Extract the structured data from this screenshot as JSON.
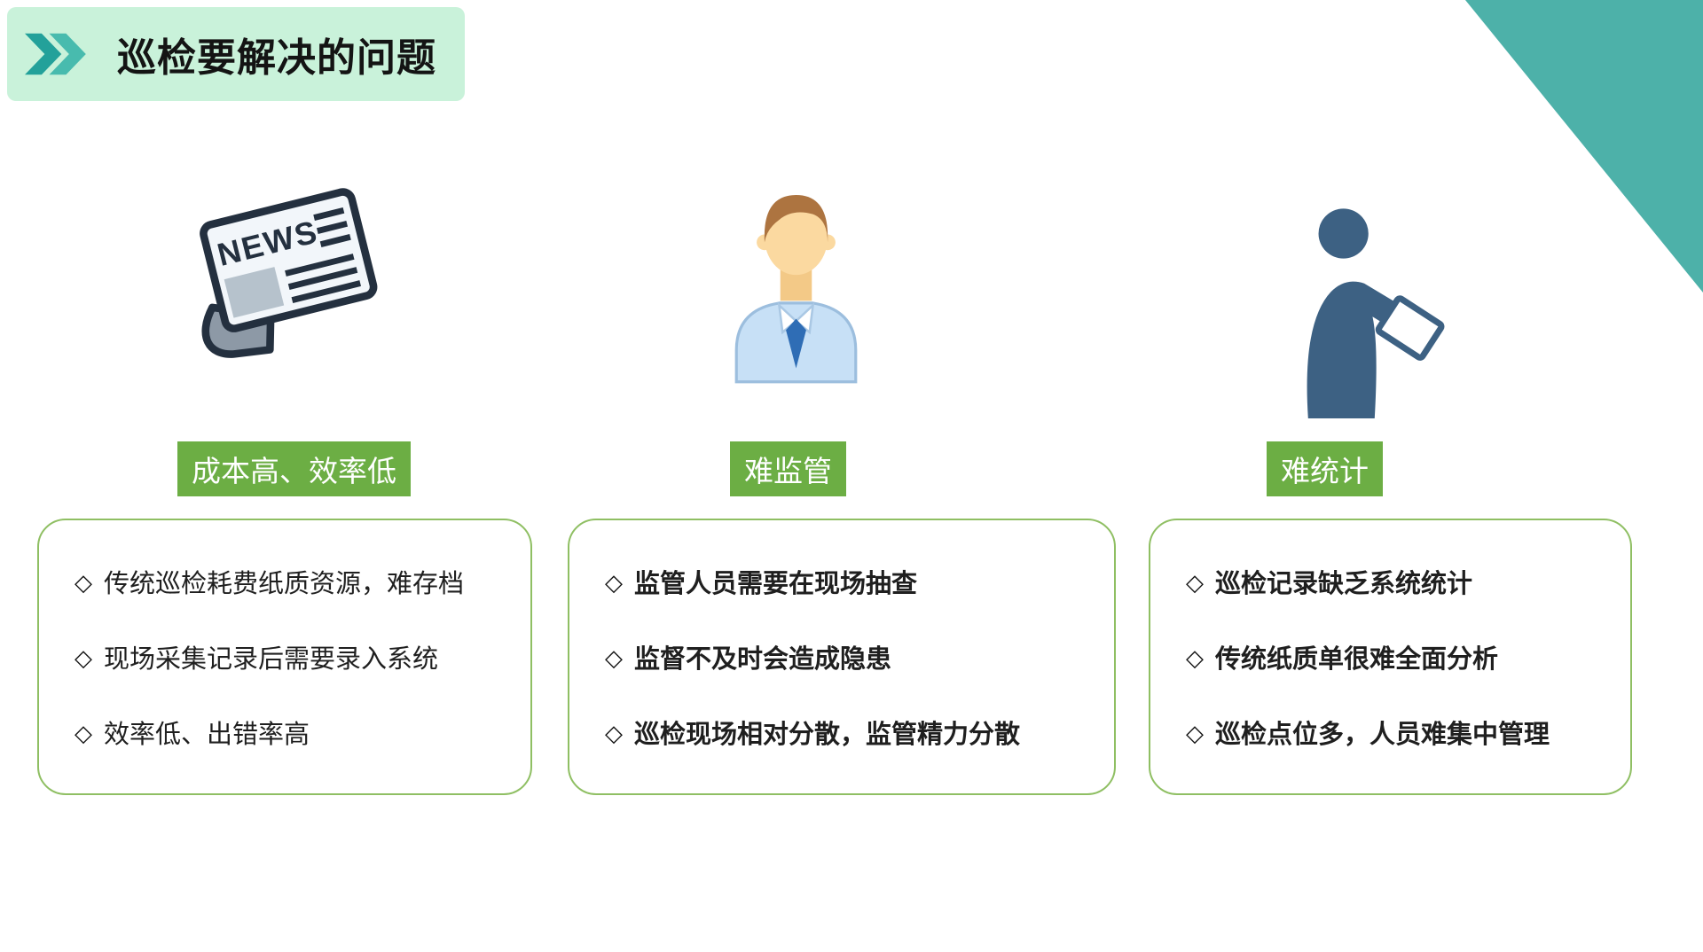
{
  "title": "巡检要解决的问题",
  "bullet": "◇",
  "newspaper_text": "NEWS",
  "columns": [
    {
      "icon": "newspaper-icon",
      "label": "成本高、效率低",
      "items": [
        "传统巡检耗费纸质资源，难存档",
        "现场采集记录后需要录入系统",
        "效率低、出错率高"
      ]
    },
    {
      "icon": "supervisor-person-icon",
      "label": "难监管",
      "items": [
        "监管人员需要在现场抽查",
        "监督不及时会造成隐患",
        "巡检现场相对分散，监管精力分散"
      ]
    },
    {
      "icon": "person-reading-icon",
      "label": "难统计",
      "items": [
        "巡检记录缺乏系统统计",
        "传统纸质单很难全面分析",
        "巡检点位多，人员难集中管理"
      ]
    }
  ],
  "colors": {
    "accent_teal": "#4db1a9",
    "banner_background": "#c9f2da",
    "badge_green": "#6cae44",
    "box_border_green": "#8fbf63"
  }
}
